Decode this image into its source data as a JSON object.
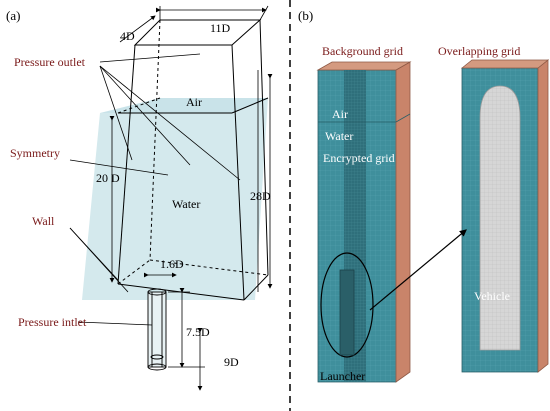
{
  "panel_a": {
    "tag": "(a)",
    "dims": {
      "depth": "4D",
      "width": "11D",
      "height_left": "20 D",
      "height_right": "28D",
      "launcher_dia": "1.6D",
      "launcher_len": "7.5D",
      "bottom": "9D"
    },
    "labels": {
      "pressure_outlet": "Pressure outlet",
      "symmetry": "Symmetry",
      "wall": "Wall",
      "pressure_inlet": "Pressure intlet",
      "air": "Air",
      "water": "Water"
    },
    "colors": {
      "water": "#cfe6ea",
      "label": "#7a1a1a",
      "lines": "#000000"
    }
  },
  "panel_b": {
    "tag": "(b)",
    "titles": {
      "background": "Background grid",
      "overlapping": "Overlapping  grid"
    },
    "labels": {
      "air": "Air",
      "water": "Water",
      "encrypted": "Encrypted grid",
      "vehicle": "Vehicle",
      "launcher": "Launcher"
    },
    "colors": {
      "grid_face": "#3f8f9c",
      "grid_side": "#c9846a",
      "vehicle": "#d9d9d9",
      "title": "#7a1a1a"
    }
  }
}
